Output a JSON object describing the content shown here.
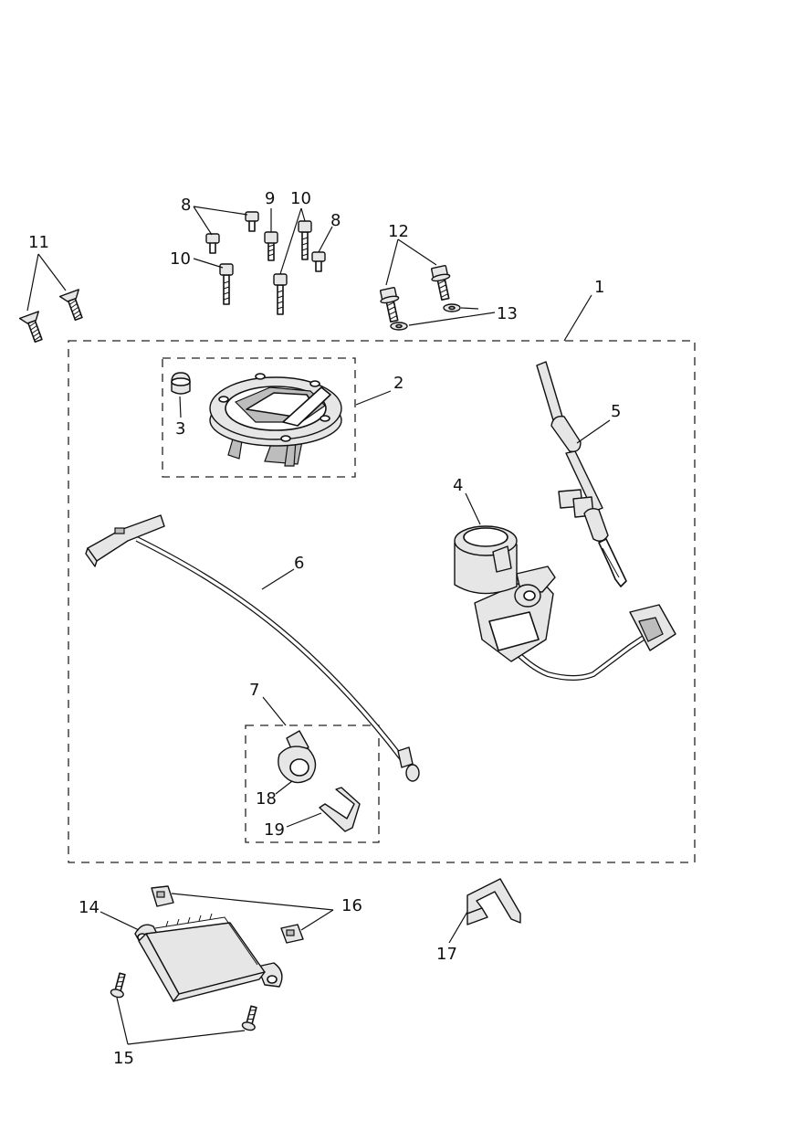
{
  "callouts": {
    "c1": "1",
    "c2": "2",
    "c3": "3",
    "c4": "4",
    "c5": "5",
    "c6": "6",
    "c7": "7",
    "c8a": "8",
    "c8b": "8",
    "c9": "9",
    "c10a": "10",
    "c10b": "10",
    "c11": "11",
    "c12": "12",
    "c13": "13",
    "c14": "14",
    "c15": "15",
    "c16": "16",
    "c17": "17",
    "c18": "18",
    "c19": "19"
  }
}
